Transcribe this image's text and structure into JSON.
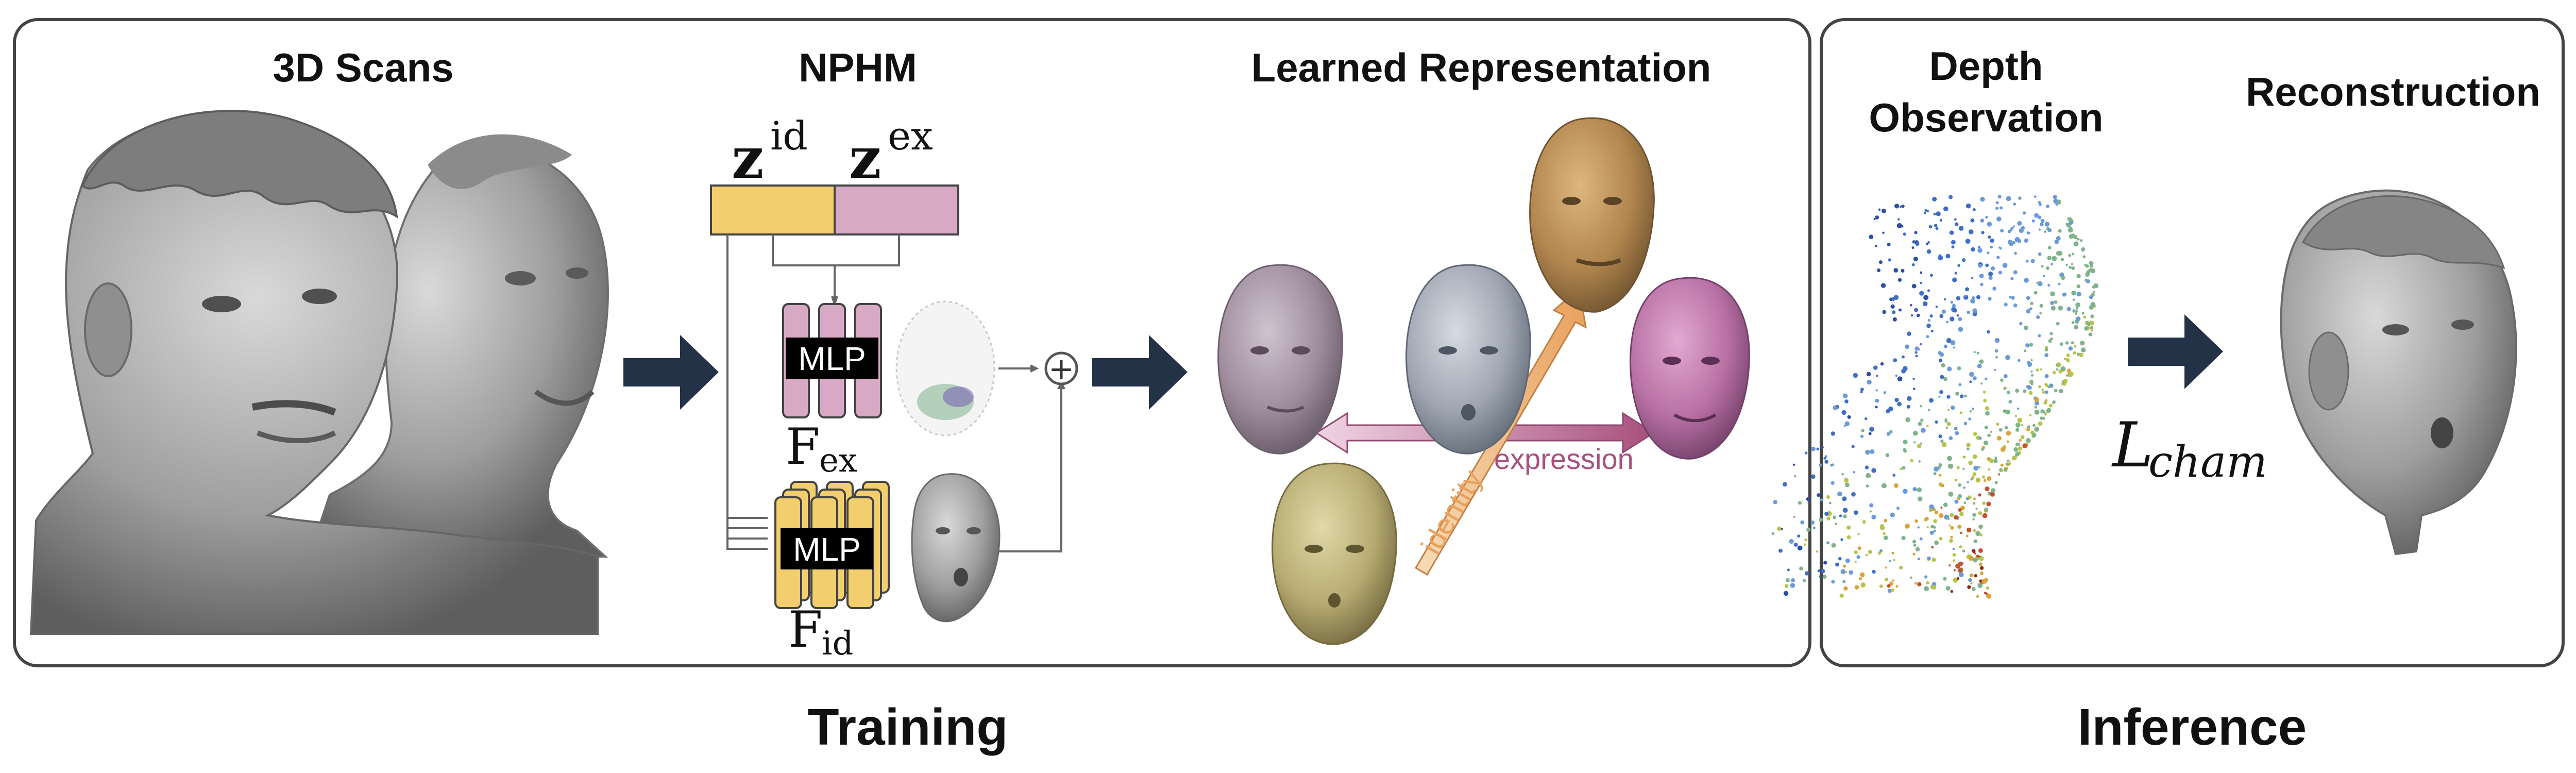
{
  "headings": {
    "scans": "3D Scans",
    "nphm": "NPHM",
    "learned": "Learned Representation",
    "depth_line1": "Depth",
    "depth_line2": "Observation",
    "reconstruction": "Reconstruction"
  },
  "nphm": {
    "z_id_base": "z",
    "z_id_sup": "id",
    "z_ex_base": "z",
    "z_ex_sup": "ex",
    "mlp_ex": "MLP",
    "mlp_id": "MLP",
    "f_ex_base": "F",
    "f_ex_sub": "ex",
    "f_id_base": "F",
    "f_id_sub": "id",
    "plus": "+"
  },
  "axes": {
    "expression": "expression",
    "identity": "identity"
  },
  "loss": {
    "base": "L",
    "sub": "cham"
  },
  "captions": {
    "training": "Training",
    "inference": "Inference"
  },
  "colors": {
    "frame": "#444444",
    "navy_arrow": "#233246",
    "id_yellow": "#F2CE6E",
    "ex_pink": "#D7A9C5",
    "mesh_gray": "#9C9C9C",
    "expression_arrow": "#A8507E",
    "identity_arrow": "#E8A05C",
    "gold_head": "#B2864E",
    "pink_head": "#B870A4",
    "mauve_head": "#9F8D9E",
    "olive_head": "#B7AC72",
    "grayblue_head": "#9FA6B2"
  },
  "icons": [
    "arrow-right-icon",
    "plus-circle-icon"
  ]
}
